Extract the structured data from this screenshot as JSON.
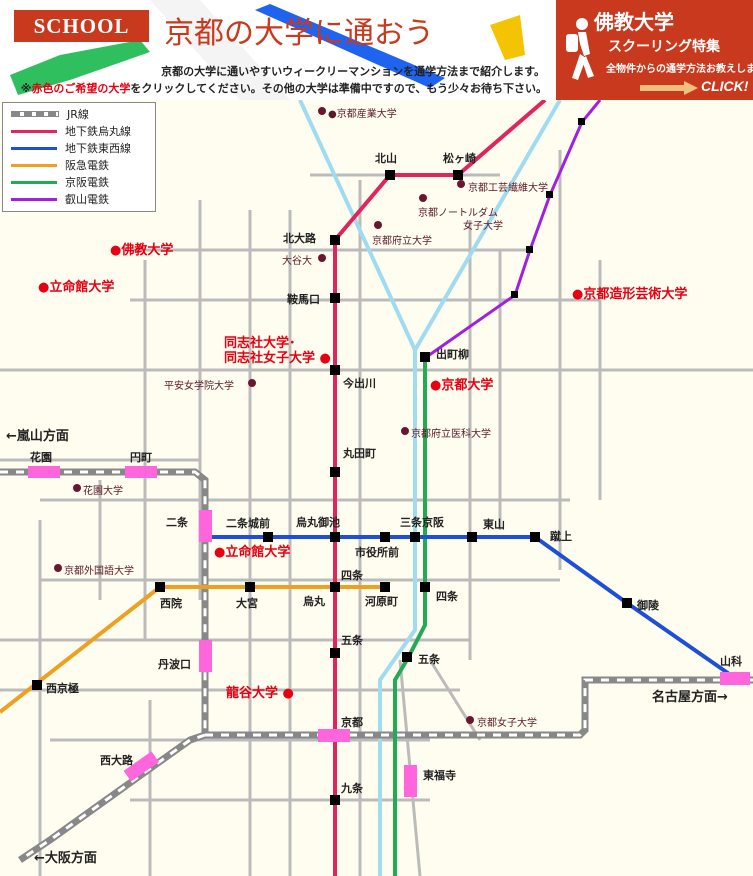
{
  "header": {
    "school_badge": "SCHOOL",
    "title": "京都の大学に通おう",
    "desc_line1": "京都の大学に通いやすいウィークリーマンションを通学方法まで紹介します。",
    "desc_line2_prefix": "※",
    "desc_line2_red": "赤色のご希望の大学",
    "desc_line2_suffix": "をクリックしてください。その他の大学は準備中ですので、もう少々お待ち下さい。",
    "promo_title": "佛教大学",
    "promo_sub": "スクーリング特集",
    "promo_desc": "全物件からの通学方法お教えします。",
    "promo_click": "CLICK!"
  },
  "legend": [
    {
      "label": "JR線",
      "color": "#888888"
    },
    {
      "label": "地下鉄烏丸線",
      "color": "#e0245e"
    },
    {
      "label": "地下鉄東西線",
      "color": "#1d4fd8"
    },
    {
      "label": "阪急電鉄",
      "color": "#f0a020"
    },
    {
      "label": "京阪電鉄",
      "color": "#22aa55"
    },
    {
      "label": "叡山電鉄",
      "color": "#a020e0"
    }
  ],
  "stations": {
    "kitayama": "北山",
    "matsugasaki": "松ヶ崎",
    "kitaoji": "北大路",
    "kuramaguchi": "鞍馬口",
    "demachiyanagi": "出町柳",
    "imadegawa": "今出川",
    "marutamachi": "丸田町",
    "karasuma_oike": "烏丸御池",
    "nijo_jomae": "二条城前",
    "sanjo_keihan": "三条京阪",
    "higashiyama": "東山",
    "keage": "蹴上",
    "shiyakusho": "市役所前",
    "nijo": "二条",
    "shijo": "四条",
    "karasuma": "烏丸",
    "kawaramachi": "河原町",
    "shijo_keihan": "四条",
    "saiin": "西院",
    "omiya": "大宮",
    "misasagi": "御陵",
    "gojo": "五条",
    "gojo_keihan": "五条",
    "tambaguchi": "丹波口",
    "nishikyogoku": "西京極",
    "yamashina": "山科",
    "kyoto": "京都",
    "tofukuji": "東福寺",
    "kujo": "九条",
    "nishioji": "西大路",
    "hanazono": "花園",
    "emmachi": "円町"
  },
  "directions": {
    "arashiyama": "←嵐山方面",
    "nagoya": "名古屋方面→",
    "osaka": "←大阪方面"
  },
  "featured_universities": {
    "bukkyo": "●佛教大学",
    "ritsumeikan_north": "●立命館大学",
    "seika_doshisha_1": "同志社大学･",
    "seika_doshisha_2": "同志社女子大学",
    "kyoto_univ": "●京都大学",
    "zokei": "●京都造形芸術大学",
    "ritsumeikan_nijo": "●立命館大学",
    "ryukoku": "龍谷大学"
  },
  "other_universities": {
    "sangyo": "●京都産業大学",
    "kogei": "京都工芸繊維大学",
    "notre_dame_1": "京都ノートルダム",
    "notre_dame_2": "女子大学",
    "furitsu": "京都府立大学",
    "otani": "大谷大",
    "heian": "平安女学院大学",
    "ika": "京都府立医科大学",
    "hanazono": "花園大学",
    "gaidai": "京都外国語大学",
    "joshi": "京都女子大学"
  }
}
